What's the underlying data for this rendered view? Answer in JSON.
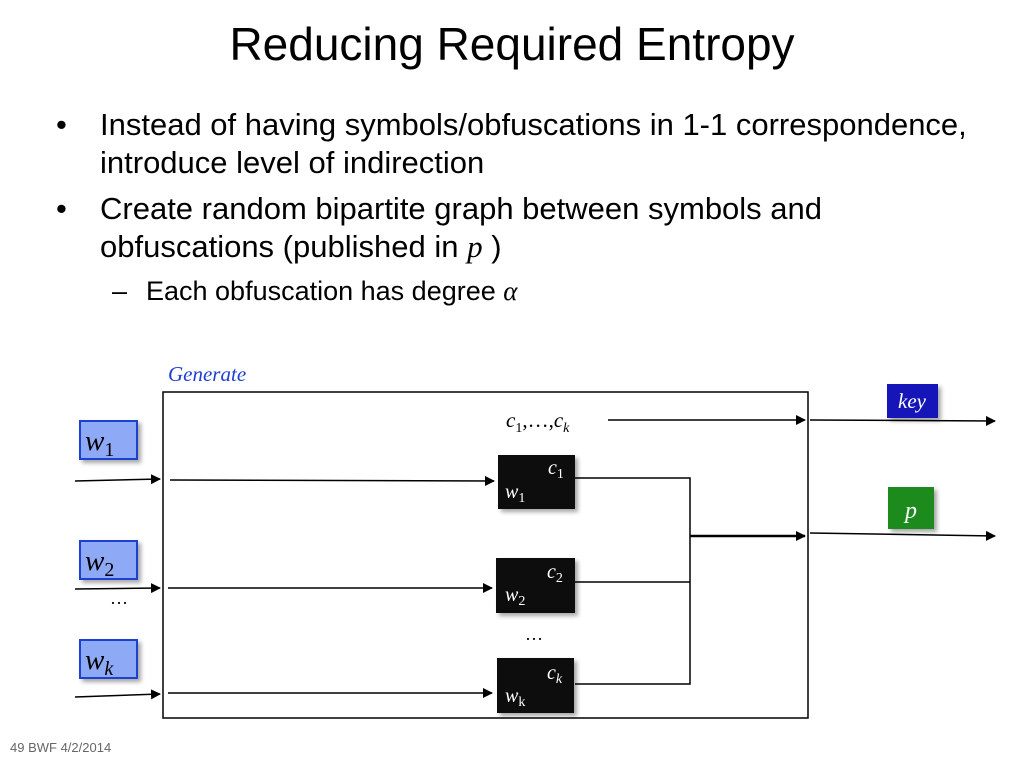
{
  "title": "Reducing Required Entropy",
  "bullets": [
    {
      "text": "Instead of having symbols/obfuscations in 1-1 correspondence, introduce level of indirection"
    },
    {
      "text_before": "Create random bipartite graph between symbols and obfuscations (published in ",
      "var": "p",
      "text_after": " )",
      "sub": {
        "text": "Each obfuscation has degree ",
        "var": "α"
      }
    }
  ],
  "diagram": {
    "generate_label": "Generate",
    "inputs": [
      {
        "base": "w",
        "sub": "1"
      },
      {
        "base": "w",
        "sub": "2"
      },
      {
        "base": "w",
        "sub": "k"
      }
    ],
    "input_ellipsis": "…",
    "key_range": {
      "c1_base": "c",
      "c1_sub": "1",
      "mid": ",…,",
      "ck_base": "c",
      "ck_sub": "k"
    },
    "blocks": [
      {
        "c_base": "c",
        "c_sub": "1",
        "w_base": "w",
        "w_sub": "1"
      },
      {
        "c_base": "c",
        "c_sub": "2",
        "w_base": "w",
        "w_sub": "2"
      },
      {
        "c_base": "c",
        "c_sub": "k",
        "w_base": "w",
        "w_sub": "k"
      }
    ],
    "block_ellipsis": "…",
    "outputs": {
      "key_label": "key",
      "p_label": "p"
    },
    "colors": {
      "input_fill": "#8ea9f5",
      "input_border": "#1f3fd0",
      "key_fill": "#1515b8",
      "p_fill": "#1f8a1f",
      "generate_text": "#1f3fd0",
      "block_fill": "#111111"
    }
  },
  "footer": "49 BWF 4/2/2014"
}
